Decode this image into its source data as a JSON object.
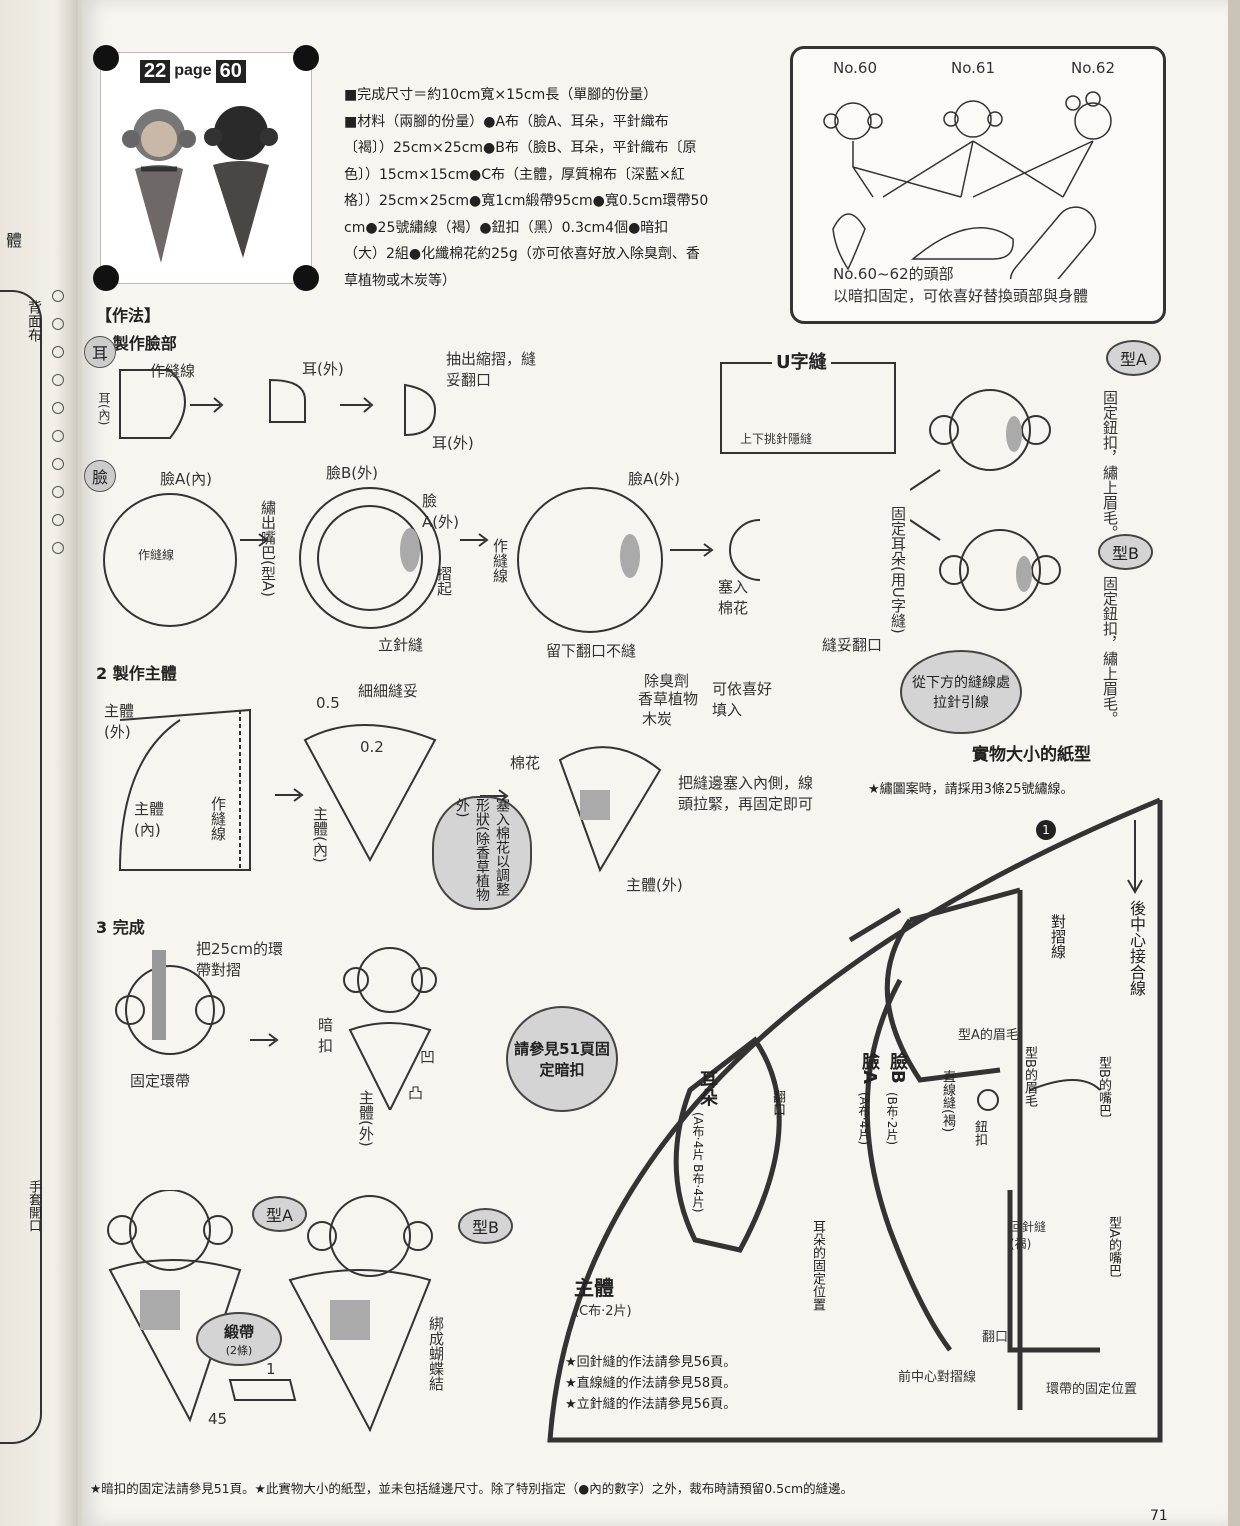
{
  "left_page": {
    "labels": [
      "體",
      "背面布",
      "手套開口"
    ]
  },
  "header": {
    "badge_num1": "22",
    "badge_word": "page",
    "badge_num2": "60"
  },
  "spec": {
    "line1": "■完成尺寸＝約10cm寬×15cm長（單腳的份量）",
    "line2": "■材料（兩腳的份量）●A布（臉A、耳朵，平針織布",
    "line3": "〔褐〕）25cm×25cm●B布（臉B、耳朵，平針織布〔原",
    "line4": "色〕）15cm×15cm●C布（主體，厚質棉布〔深藍×紅",
    "line5": "格〕）25cm×25cm●寬1cm緞帶95cm●寬0.5cm環帶50",
    "line6": "cm●25號繡線（褐）●鈕扣（黑）0.3cm4個●暗扣",
    "line7": "（大）2組●化纖棉花約25g（亦可依喜好放入除臭劑、香",
    "line8": "草植物或木炭等）"
  },
  "variants": {
    "no60": "No.60",
    "no61": "No.61",
    "no62": "No.62",
    "caption1": "No.60~62的頭部",
    "caption2": "以暗扣固定，可依喜好替換頭部與身體"
  },
  "method": {
    "title": "【作法】",
    "step1": "1 製作臉部",
    "step2": "2 製作主體",
    "step3": "3 完成"
  },
  "ear": {
    "marker": "耳",
    "l1": "作縫線",
    "l2": "耳(內)",
    "l3": "耳(外)",
    "l4": "抽出縮摺，縫妥翻口",
    "l5": "耳(外)"
  },
  "face": {
    "marker": "臉",
    "l1": "臉A(內)",
    "l2": "作縫線",
    "l3": "臉B(外)",
    "l4": "繡出嘴巴(型A)",
    "l5": "臉A(外)",
    "l6": "摺起",
    "l7": "立針縫",
    "l8": "作縫線",
    "l9": "留下翻口不縫",
    "l10": "臉A(外)",
    "l11": "塞入棉花",
    "l12": "縫妥翻口",
    "l13": "固定耳朵(用U字縫)"
  },
  "ustitch": {
    "title": "U字縫",
    "note": "上下挑針隱縫"
  },
  "typeA": {
    "tag": "型A",
    "note": "固定鈕扣，繡上眉毛。"
  },
  "typeB": {
    "tag": "型B",
    "note": "固定鈕扣，繡上眉毛。"
  },
  "pull_bubble": "從下方的縫線處拉針引線",
  "body": {
    "l1": "主體(外)",
    "l2": "作縫線",
    "l3": "主體(內)",
    "l4": "0.5",
    "l5": "細細縫妥",
    "l6": "0.2",
    "l7": "主體(內)",
    "bubble": "塞入棉花以調整形狀(除香草植物外)",
    "l8": "除臭劑",
    "l9": "香草植物",
    "l10": "木炭",
    "l11": "可依喜好填入",
    "l12": "棉花",
    "l13": "把縫邊塞入內側，線頭拉緊，再固定即可",
    "l14": "主體(外)"
  },
  "finish": {
    "l1": "把25cm的環帶對摺",
    "l2": "固定環帶",
    "l3": "暗扣",
    "l4": "凹",
    "l5": "凸",
    "l6": "主體(外)",
    "bubble": "請參見51頁固定暗扣",
    "tagA": "型A",
    "tagB": "型B",
    "l7": "綁成蝴蝶結",
    "ribbon": "緞帶",
    "ribbon_count": "(2條)",
    "dim1": "1",
    "dim45": "45"
  },
  "pattern": {
    "title": "實物大小的紙型",
    "note": "★繡圖案時，請採用3條25號繡線。",
    "marker": "1",
    "back_center": "後中心接合線",
    "fold": "對摺線",
    "ear_title": "耳朵",
    "ear_sub": "(A布·4片 B布·4片)",
    "flip1": "翻口",
    "ear_pos": "耳朵的固定位置",
    "faceA": "臉A",
    "faceA_sub": "(A布·4片)",
    "faceB": "臉B",
    "faceB_sub": "(B布·2片)",
    "brow_a": "型A的眉毛",
    "straight": "直線縫(褐)",
    "button": "鈕扣",
    "brow_b": "型B的眉毛",
    "mouth_b": "型B的嘴巴",
    "back_stitch": "回針縫(褐)",
    "mouth_a": "型A的嘴巴",
    "flip2": "翻口",
    "front_fold": "前中心對摺線",
    "band_pos": "環帶的固定位置",
    "body_title": "主體",
    "body_sub": "(C布·2片)"
  },
  "notes": {
    "n1": "★回針縫的作法請參見56頁。",
    "n2": "★直線縫的作法請參見58頁。",
    "n3": "★立針縫的作法請參見56頁。"
  },
  "footer": "★暗扣的固定法請參見51頁。★此實物大小的紙型，並未包括縫邊尺寸。除了特別指定（●內的數字）之外，裁布時請預留0.5cm的縫邊。",
  "page_number": "71"
}
